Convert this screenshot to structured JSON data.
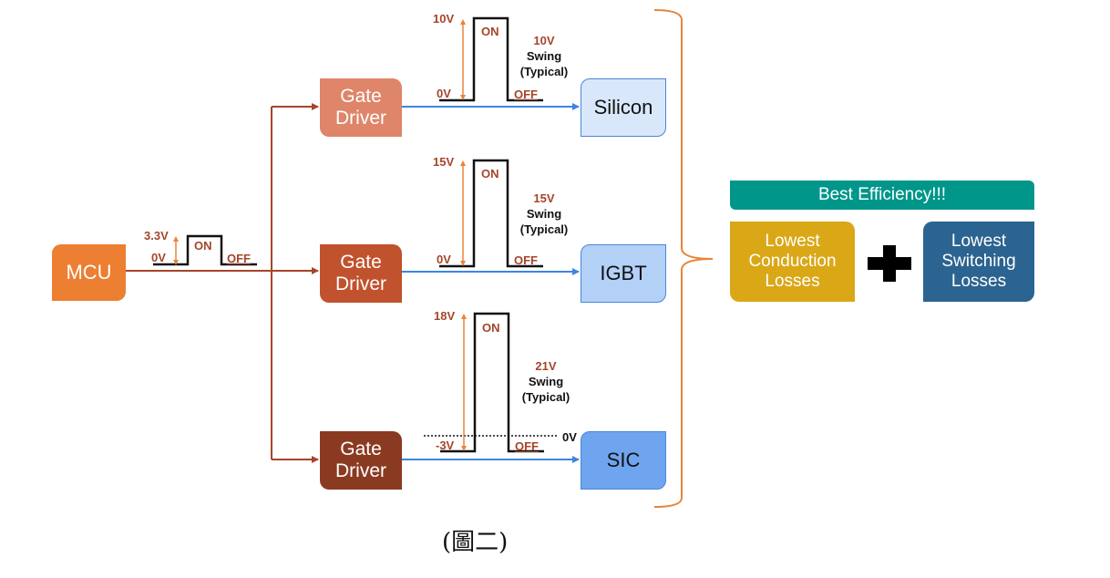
{
  "mcu": {
    "label": "MCU"
  },
  "mcu_signal": {
    "high": "3.3V",
    "low": "0V",
    "on": "ON",
    "off": "OFF"
  },
  "branches": [
    {
      "gate_driver": {
        "line1": "Gate",
        "line2": "Driver"
      },
      "device": "Silicon",
      "signal": {
        "high": "10V",
        "low": "0V",
        "on": "ON",
        "off": "OFF"
      },
      "swing": {
        "value": "10V",
        "line2": "Swing",
        "line3": "(Typical)"
      }
    },
    {
      "gate_driver": {
        "line1": "Gate",
        "line2": "Driver"
      },
      "device": "IGBT",
      "signal": {
        "high": "15V",
        "low": "0V",
        "on": "ON",
        "off": "OFF"
      },
      "swing": {
        "value": "15V",
        "line2": "Swing",
        "line3": "(Typical)"
      }
    },
    {
      "gate_driver": {
        "line1": "Gate",
        "line2": "Driver"
      },
      "device": "SIC",
      "signal": {
        "high": "18V",
        "low": "-3V",
        "on": "ON",
        "off": "OFF",
        "zero_ref": "0V"
      },
      "swing": {
        "value": "21V",
        "line2": "Swing",
        "line3": "(Typical)"
      }
    }
  ],
  "result": {
    "title": "Best Efficiency!!!",
    "left": {
      "line1": "Lowest",
      "line2": "Conduction",
      "line3": "Losses"
    },
    "operator": "+",
    "right": {
      "line1": "Lowest",
      "line2": "Switching",
      "line3": "Losses"
    }
  },
  "caption": "(圖二)",
  "colors": {
    "mcu": "#ec7f32",
    "gate_driver_1": "#de856a",
    "gate_driver_2": "#c0522e",
    "gate_driver_3": "#8b3a22",
    "device_1": "#d9e7fa",
    "device_2": "#b3d0f7",
    "device_3": "#6fa5ef",
    "connector": "#a5452a",
    "signal_arrow": "#3d86e0",
    "brace": "#e8843a",
    "best": "#00968a",
    "conduction": "#daa717",
    "switching": "#2b6490"
  }
}
